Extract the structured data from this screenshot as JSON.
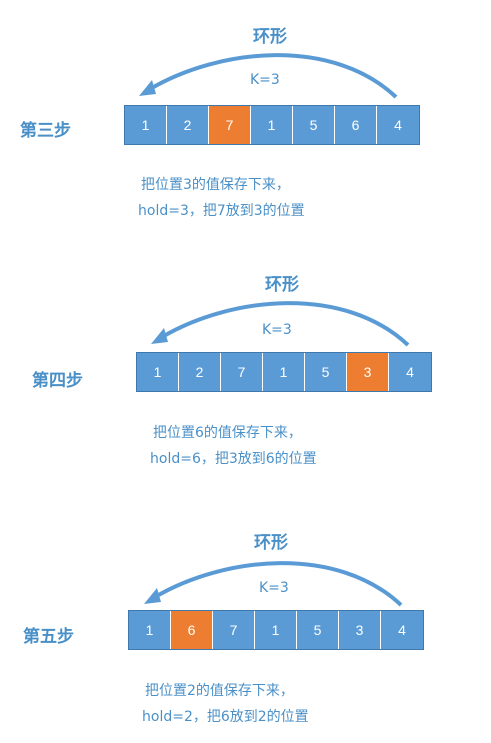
{
  "colors": {
    "text": "#4a90c8",
    "cell": "#5b9bd5",
    "cell_highlight": "#ed7d31",
    "arrow": "#5b9bd5"
  },
  "steps": [
    {
      "label": "第三步",
      "arc_label": "环形",
      "k_label": "K=3",
      "cells": [
        "1",
        "2",
        "7",
        "1",
        "5",
        "6",
        "4"
      ],
      "highlight_index": 2,
      "line1": "把位置3的值保存下来，",
      "line2": "hold=3，把7放到3的位置"
    },
    {
      "label": "第四步",
      "arc_label": "环形",
      "k_label": "K=3",
      "cells": [
        "1",
        "2",
        "7",
        "1",
        "5",
        "3",
        "4"
      ],
      "highlight_index": 5,
      "line1": "把位置6的值保存下来，",
      "line2": "hold=6，把3放到6的位置"
    },
    {
      "label": "第五步",
      "arc_label": "环形",
      "k_label": "K=3",
      "cells": [
        "1",
        "6",
        "7",
        "1",
        "5",
        "3",
        "4"
      ],
      "highlight_index": 1,
      "line1": "把位置2的值保存下来，",
      "line2": "hold=2，把6放到2的位置"
    }
  ]
}
